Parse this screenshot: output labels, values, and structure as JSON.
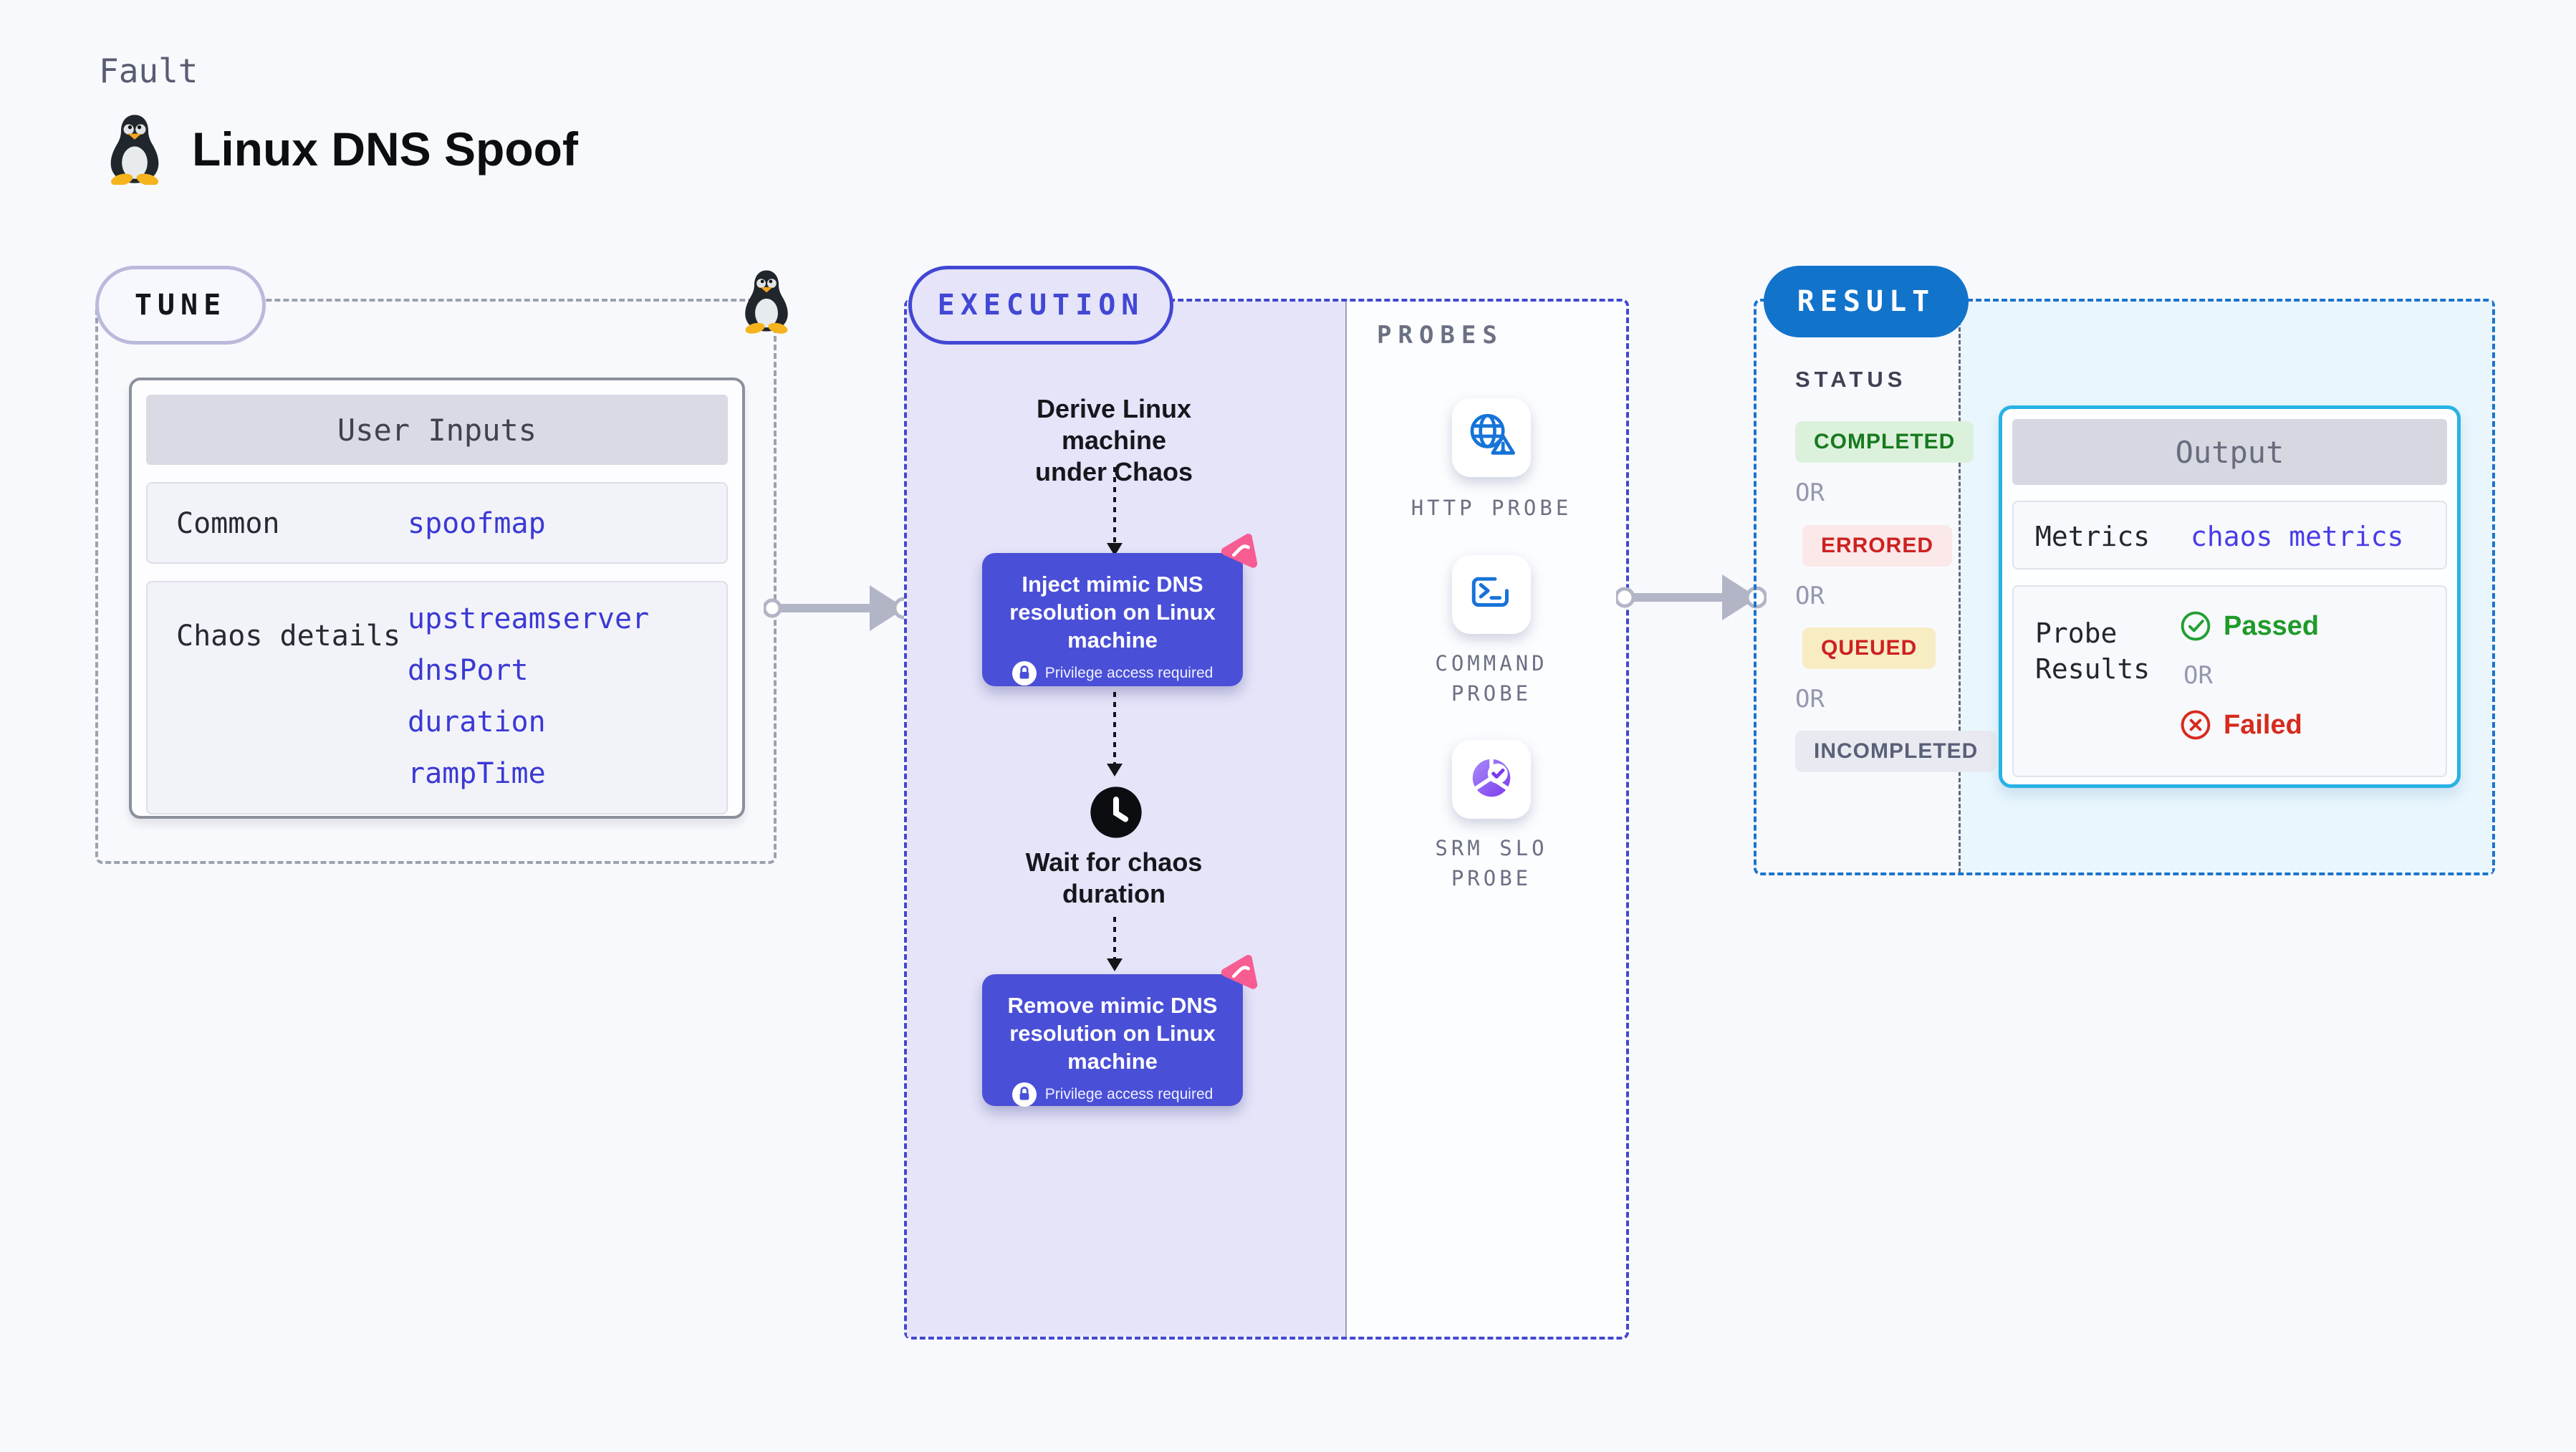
{
  "page": {
    "eyebrow": "Fault",
    "title": "Linux DNS Spoof"
  },
  "tune": {
    "pill": "TUNE",
    "user_inputs": {
      "title": "User Inputs",
      "rows": [
        {
          "label": "Common",
          "values": [
            "spoofmap"
          ]
        },
        {
          "label": "Chaos details",
          "values": [
            "upstreamserver",
            "dnsPort",
            "duration",
            "rampTime"
          ]
        }
      ]
    }
  },
  "execution": {
    "pill": "EXECUTION",
    "steps": {
      "derive": "Derive Linux machine\nunder Chaos",
      "inject": {
        "title": "Inject mimic DNS\nresolution on Linux\nmachine",
        "note": "Privilege access required"
      },
      "wait": "Wait for chaos\nduration",
      "remove": {
        "title": "Remove mimic DNS\nresolution on Linux\nmachine",
        "note": "Privilege access required"
      }
    },
    "probes": {
      "title": "PROBES",
      "items": [
        {
          "label": "HTTP PROBE",
          "icon": "globe-alert-icon"
        },
        {
          "label": "COMMAND\nPROBE",
          "icon": "terminal-icon"
        },
        {
          "label": "SRM SLO\nPROBE",
          "icon": "slo-donut-icon"
        }
      ]
    }
  },
  "result": {
    "pill": "RESULT",
    "status": {
      "title": "STATUS",
      "or": "OR",
      "badges": [
        {
          "text": "COMPLETED",
          "type": "success"
        },
        {
          "text": "ERRORED",
          "type": "error"
        },
        {
          "text": "QUEUED",
          "type": "queued"
        },
        {
          "text": "INCOMPLETED",
          "type": "neutral"
        }
      ]
    },
    "output": {
      "title": "Output",
      "metrics_label": "Metrics",
      "metrics_value": "chaos metrics",
      "probe_results_label": "Probe\nResults",
      "passed": "Passed",
      "or": "OR",
      "failed": "Failed"
    }
  },
  "colors": {
    "execution_accent": "#4247d4",
    "execution_fill": "#e5e4f9",
    "result_accent": "#1273cb",
    "result_fill": "#e9f6fd",
    "output_border": "#29b2e4",
    "step_box": "#4a4fd7",
    "value_text": "#3b39d4",
    "success_text": "#177a1e",
    "success_bg": "#dcf1dc",
    "error_text": "#cd2121",
    "error_bg": "#fbe8e8",
    "queued_bg": "#f8ecc3",
    "neutral_text": "#5a6078",
    "neutral_bg": "#e9eaf1",
    "probe_icon_blue": "#1673d8",
    "srm_purple": "#7c3aed",
    "litmus_pink": "#f75c92",
    "passed_green": "#1e9b29",
    "failed_red": "#d62b1e",
    "arrow_gray": "#b2b5c5"
  }
}
